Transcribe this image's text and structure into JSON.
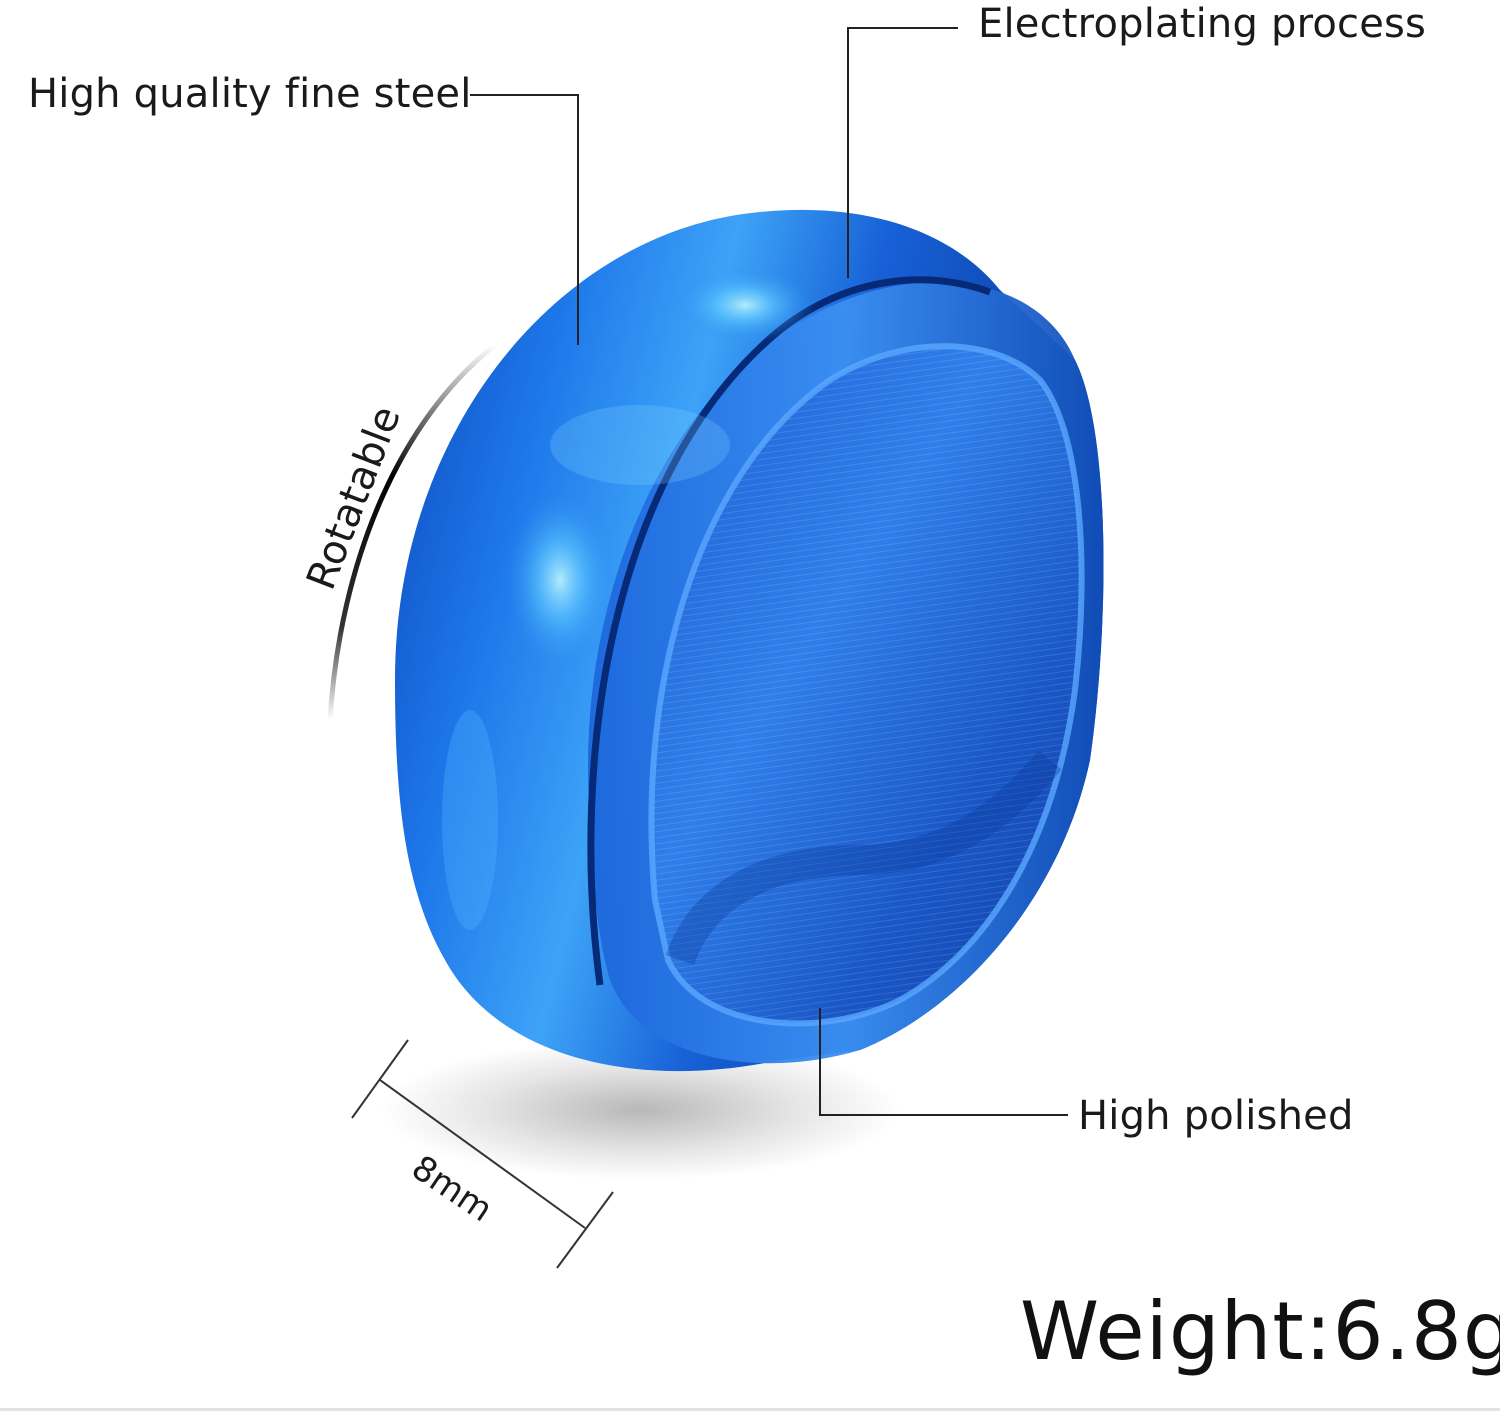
{
  "callouts": {
    "steel": "High quality fine steel",
    "electroplating": "Electroplating process",
    "polished": "High polished",
    "rotatable": "Rotatable",
    "width": "8mm"
  },
  "weight": "Weight:6.8g",
  "colors": {
    "ring_blue": "#1f6fe0",
    "ring_dark": "#0a3b9a",
    "ring_highlight": "#6fd0ff",
    "text": "#1a1a1a",
    "line": "#222222",
    "background": "#ffffff"
  }
}
